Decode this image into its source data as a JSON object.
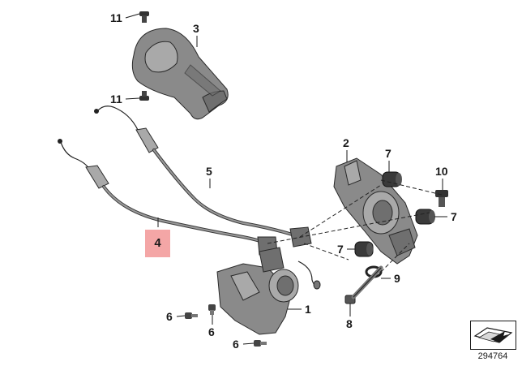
{
  "callouts": {
    "c1": "1",
    "c2": "2",
    "c3": "3",
    "c4": "4",
    "c5": "5",
    "c6a": "6",
    "c6b": "6",
    "c6c": "6",
    "c7a": "7",
    "c7b": "7",
    "c7c": "7",
    "c8": "8",
    "c9": "9",
    "c10": "10",
    "c11a": "11",
    "c11b": "11"
  },
  "highlighted_part": "4",
  "highlight_color": "#f4a6a6",
  "reference_number": "294764",
  "reference_icon": "sheet-arrow-icon"
}
